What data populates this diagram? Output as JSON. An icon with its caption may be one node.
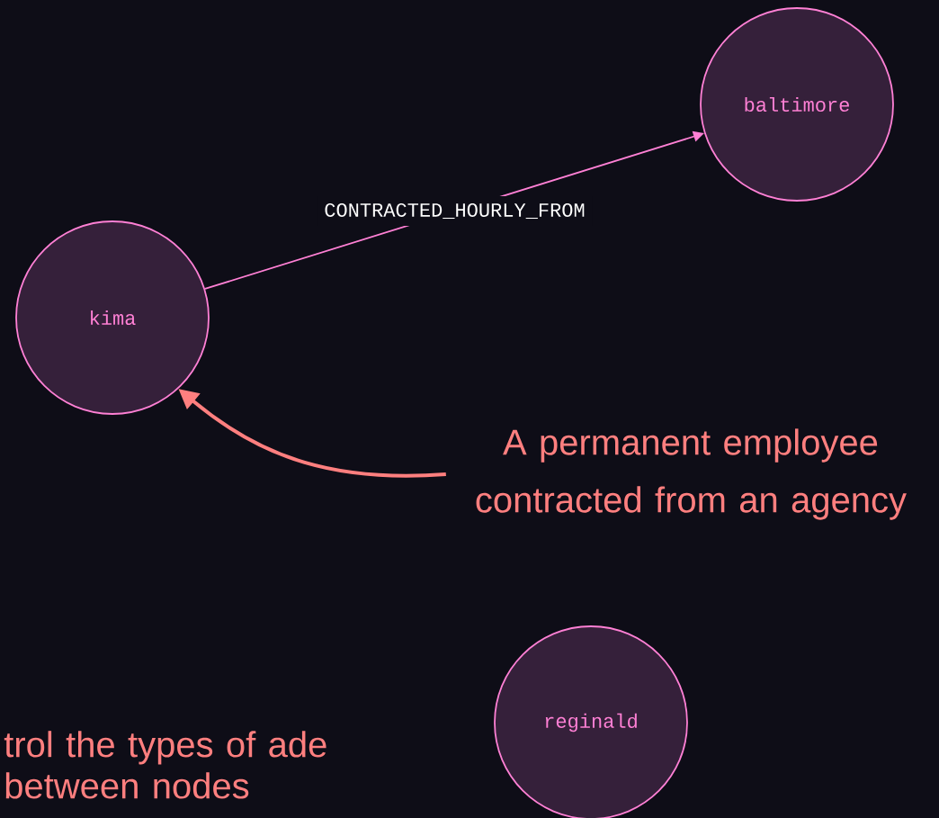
{
  "diagram": {
    "nodes": [
      {
        "text": [
          "kima"
        ]
      },
      {
        "text": [
          "baltimore"
        ]
      },
      {
        "text": [
          "reginald"
        ]
      },
      {
        "text": [
          "A permanent employee contracted from an agency"
        ]
      }
    ],
    "edges": [
      {
        "from": 0,
        "to": 1,
        "arrow": "to",
        "label": "CONTRACTED_HOURLY_FROM"
      },
      {
        "from": 3,
        "to": 0,
        "arrow": "to",
        "style": "thick",
        "color": "#ff7f7f"
      }
    ],
    "labels": [
      "trol the types of ade between nodes"
    ]
  }
}
